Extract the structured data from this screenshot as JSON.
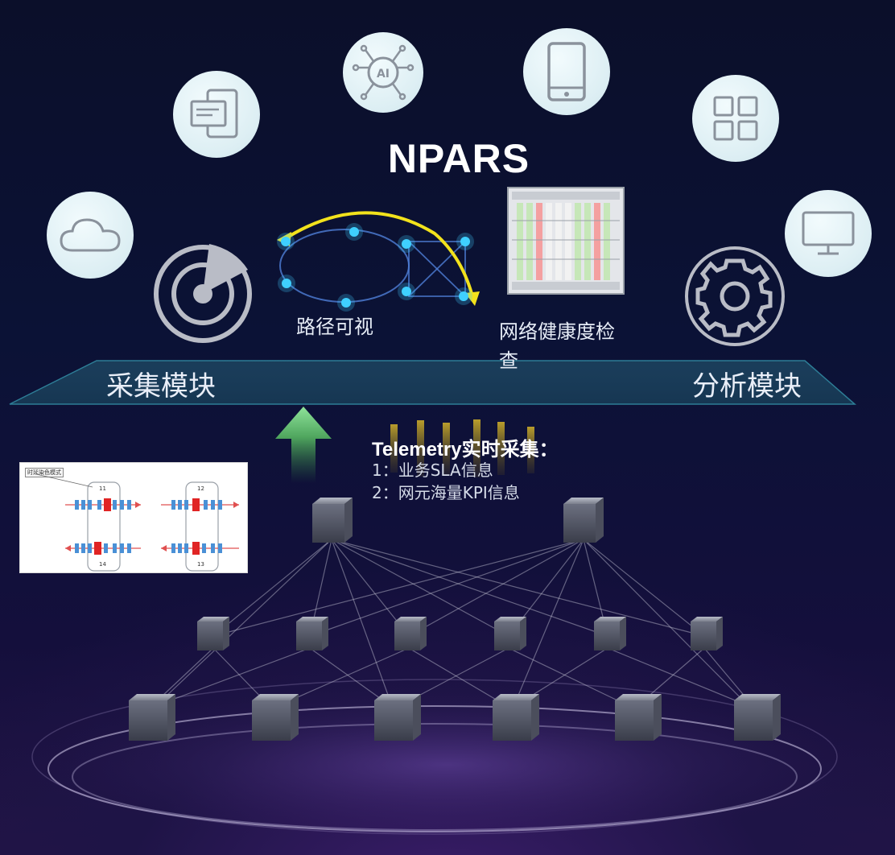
{
  "title": "NPARS",
  "labels": {
    "collect_module": "采集模块",
    "analysis_module": "分析模块",
    "path_visual": "路径可视",
    "health_check_line1": "网络健康度检",
    "health_check_line2": "查"
  },
  "telemetry": {
    "title": "Telemetry实时采集：",
    "line1": "1：业务SLA信息",
    "line2": "2：网元海量KPI信息"
  },
  "panel": {
    "tag": "时延染色模式",
    "nodes": [
      "11",
      "14",
      "12",
      "13"
    ]
  },
  "icons": [
    "cloud-icon",
    "devices-icon",
    "ai-icon",
    "tablet-icon",
    "apps-grid-icon",
    "monitor-icon",
    "radar-icon",
    "gear-icon"
  ],
  "colors": {
    "accent_yellow": "#f2e21c",
    "glow_cyan": "#3fd0ff",
    "arrow_green": "#5fbf6f",
    "platform": "#1f5a73"
  }
}
